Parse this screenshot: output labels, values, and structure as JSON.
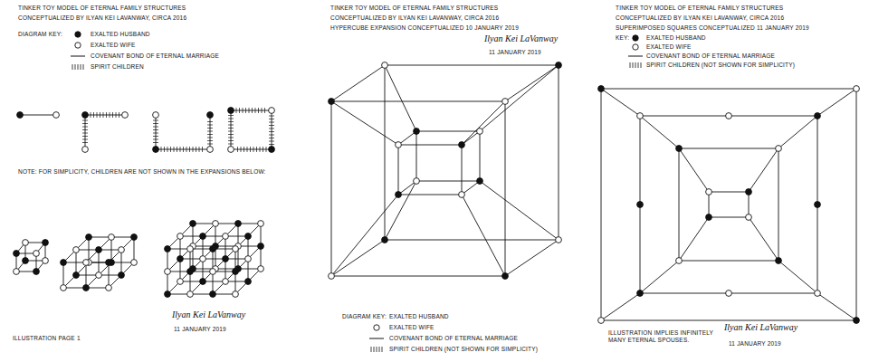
{
  "diagram": {
    "labels": [
      "TINKER TOY MODEL OF ETERNAL FAMILY STRUCTURES",
      "CONCEPTUALIZED BY ILYAN KEI LAVANWAY, CIRCA 2016",
      "DIAGRAM KEY:",
      "NOTE: FOR SIMPLICITY, CHILDREN ARE NOT SHOWN IN THE EXPANSIONS BELOW:",
      "ILLUSTRATION PAGE 1",
      "Ilyan Kei LaVanway",
      "11 JANUARY 2019",
      "TINKER TOY MODEL OF ETERNAL FAMILY STRUCTURES",
      "CONCEPTUALIZED BY ILYAN KEI LAVANWAY, CIRCA 2016",
      "HYPERCUBE EXPANSION CONCEPTUALIZED 10 JANUARY 2019",
      "Ilyan Kei LaVanway",
      "11 JANUARY 2019",
      "DIAGRAM KEY:",
      "TINKER TOY MODEL OF ETERNAL FAMILY STRUCTURES",
      "CONCEPTUALIZED BY ILYAN KEI LAVANWAY, CIRCA 2016",
      "SUPERIMPOSED SQUARES CONCEPTUALIZED 11 JANUARY 2019",
      "KEY:",
      "ILLUSTRATION IMPLIES INFINITELY MANY ETERNAL SPOUSES.",
      "Ilyan Kei LaVanway",
      "11 JANUARY 2019"
    ],
    "legend": [
      {
        "text": "EXALTED HUSBAND"
      },
      {
        "text": "EXALTED WIFE"
      },
      {
        "text": "COVENANT BOND OF ETERNAL MARRIAGE"
      },
      {
        "text": "SPIRIT CHILDREN"
      },
      {
        "text": "EXALTED HUSBAND"
      },
      {
        "text": "EXALTED WIFE"
      },
      {
        "text": "COVENANT BOND OF ETERNAL MARRIAGE"
      },
      {
        "text": "SPIRIT CHILDREN (NOT SHOWN FOR SIMPLICITY)"
      },
      {
        "text": "EXALTED HUSBAND"
      },
      {
        "text": "EXALTED WIFE"
      },
      {
        "text": "COVENANT BOND OF ETERNAL MARRIAGE"
      },
      {
        "text": "SPIRIT CHILDREN (NOT SHOWN FOR SIMPLICITY)"
      }
    ]
  }
}
